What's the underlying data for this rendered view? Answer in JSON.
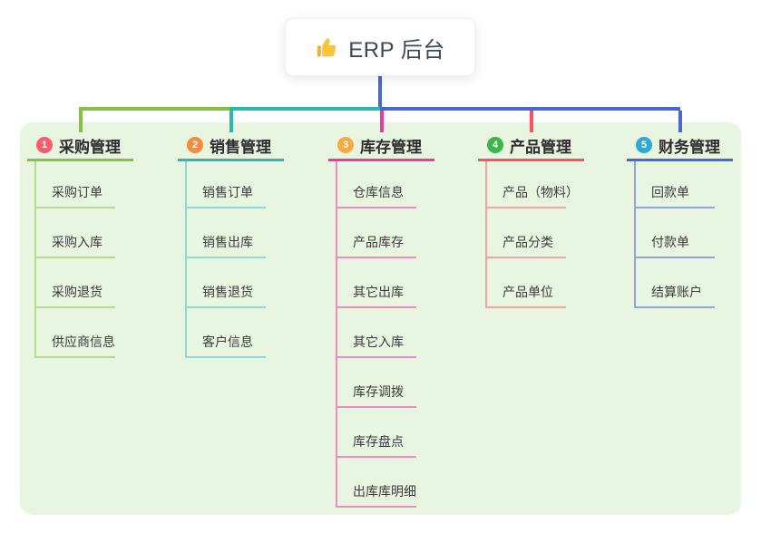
{
  "root": {
    "title": "ERP 后台",
    "icon": "thumbs-up-icon"
  },
  "panel_bg": "#e8f5e1",
  "branches": [
    {
      "badge": "1",
      "badge_color": "#f65e6d",
      "title": "采购管理",
      "color": "#85c143",
      "light_color": "#b7db90",
      "items": [
        "采购订单",
        "采购入库",
        "采购退货",
        "供应商信息"
      ]
    },
    {
      "badge": "2",
      "badge_color": "#f78b3d",
      "title": "销售管理",
      "color": "#27b9b2",
      "light_color": "#90dad3",
      "items": [
        "销售订单",
        "销售出库",
        "销售退货",
        "客户信息"
      ]
    },
    {
      "badge": "3",
      "badge_color": "#f9a93d",
      "title": "库存管理",
      "color": "#e33fa0",
      "light_color": "#f08cc2",
      "items": [
        "仓库信息",
        "产品库存",
        "其它出库",
        "其它入库",
        "库存调拨",
        "库存盘点",
        "出库库明细"
      ]
    },
    {
      "badge": "4",
      "badge_color": "#3cb54a",
      "title": "产品管理",
      "color": "#f4555e",
      "light_color": "#f9a0a4",
      "items": [
        "产品（物料）",
        "产品分类",
        "产品单位"
      ]
    },
    {
      "badge": "5",
      "badge_color": "#2fa8d5",
      "title": "财务管理",
      "color": "#4766d9",
      "light_color": "#8fa4e4",
      "items": [
        "回款单",
        "付款单",
        "结算账户"
      ]
    }
  ]
}
